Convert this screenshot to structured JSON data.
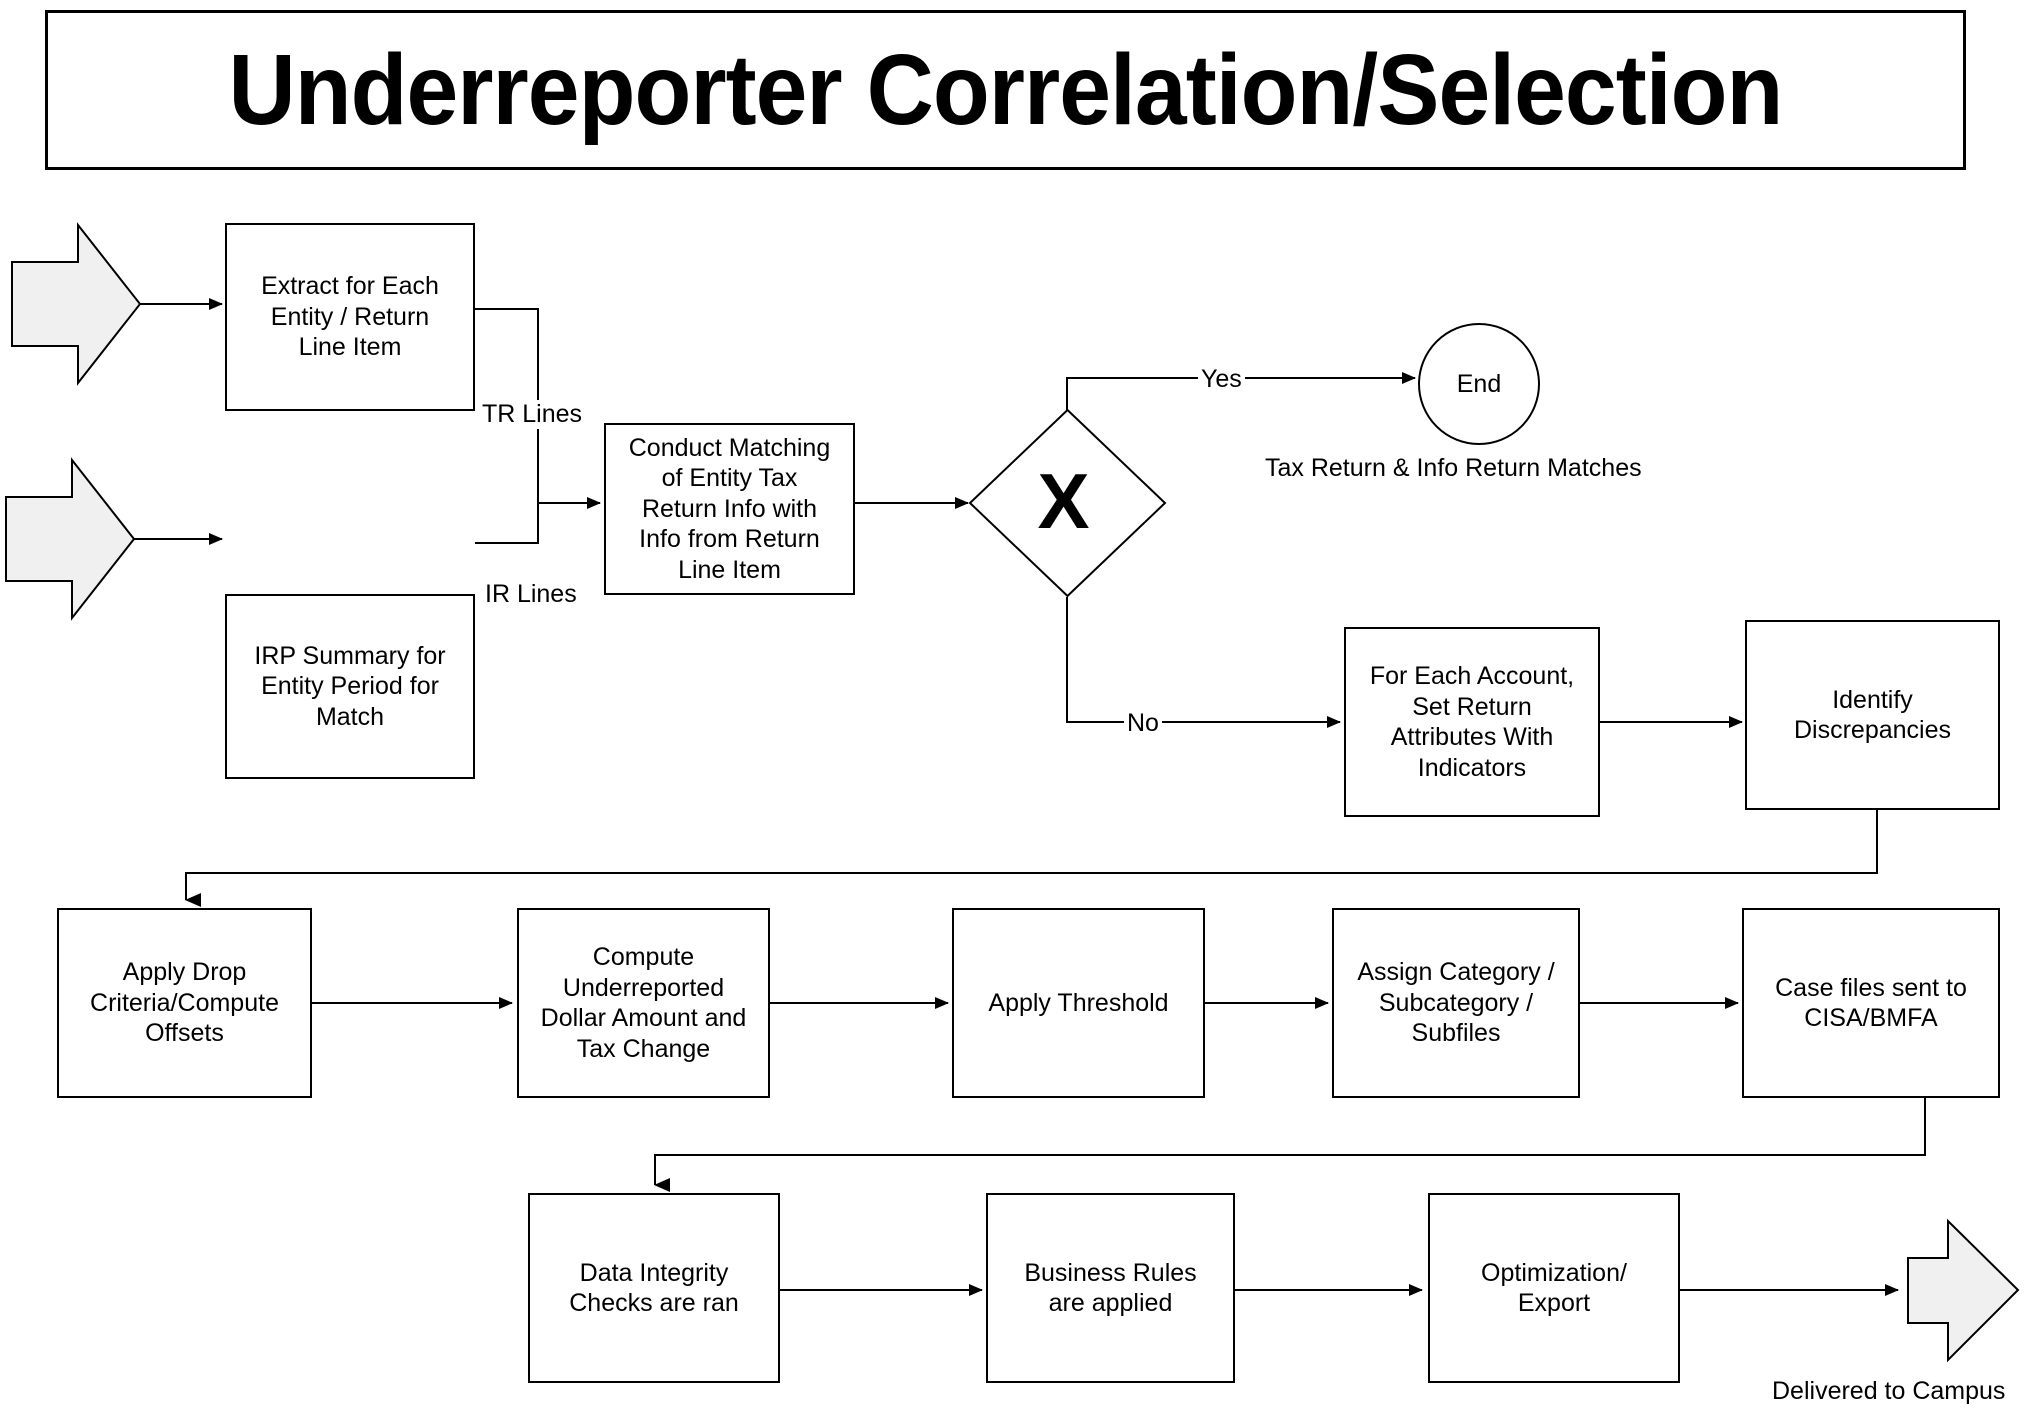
{
  "title": "Underreporter Correlation/Selection",
  "diagram": {
    "type": "flowchart",
    "nodes": [
      {
        "id": "extract",
        "shape": "process",
        "lines": [
          "Extract for Each",
          "Entity / Return",
          "Line Item"
        ]
      },
      {
        "id": "irp",
        "shape": "process",
        "lines": [
          "IRP Summary for",
          "Entity Period for",
          "Match"
        ]
      },
      {
        "id": "match",
        "shape": "process",
        "lines": [
          "Conduct Matching",
          "of Entity Tax",
          "Return Info with",
          "Info from Return",
          "Line Item"
        ]
      },
      {
        "id": "decision",
        "shape": "decision",
        "label": "X"
      },
      {
        "id": "end",
        "shape": "terminator",
        "label": "End"
      },
      {
        "id": "attributes",
        "shape": "process",
        "lines": [
          "For Each Account,",
          "Set Return",
          "Attributes With",
          "Indicators"
        ]
      },
      {
        "id": "identify",
        "shape": "process",
        "lines": [
          "Identify",
          "Discrepancies"
        ]
      },
      {
        "id": "dropcriteria",
        "shape": "process",
        "lines": [
          "Apply Drop",
          "Criteria/Compute",
          "Offsets"
        ]
      },
      {
        "id": "compute",
        "shape": "process",
        "lines": [
          "Compute",
          "Underreported",
          "Dollar Amount and",
          "Tax Change"
        ]
      },
      {
        "id": "threshold",
        "shape": "process",
        "lines": [
          "Apply Threshold"
        ]
      },
      {
        "id": "assign",
        "shape": "process",
        "lines": [
          "Assign Category /",
          "Subcategory /",
          "Subfiles"
        ]
      },
      {
        "id": "casefiles",
        "shape": "process",
        "lines": [
          "Case files sent to",
          "CISA/BMFA"
        ]
      },
      {
        "id": "integrity",
        "shape": "process",
        "lines": [
          "Data Integrity",
          "Checks are ran"
        ]
      },
      {
        "id": "rules",
        "shape": "process",
        "lines": [
          "Business Rules",
          "are applied"
        ]
      },
      {
        "id": "optimization",
        "shape": "process",
        "lines": [
          "Optimization/",
          "Export"
        ]
      }
    ],
    "edge_labels": {
      "tr_lines": "TR Lines",
      "ir_lines": "IR Lines",
      "yes": "Yes",
      "no": "No"
    },
    "annotations": {
      "match_note": [
        "Tax Return &",
        "Info Return",
        "Matches"
      ],
      "delivered": "Delivered to Campus"
    },
    "colors": {
      "stroke": "#000000",
      "fill": "#ffffff",
      "io_arrow_fill": "#f0f0f0"
    }
  }
}
